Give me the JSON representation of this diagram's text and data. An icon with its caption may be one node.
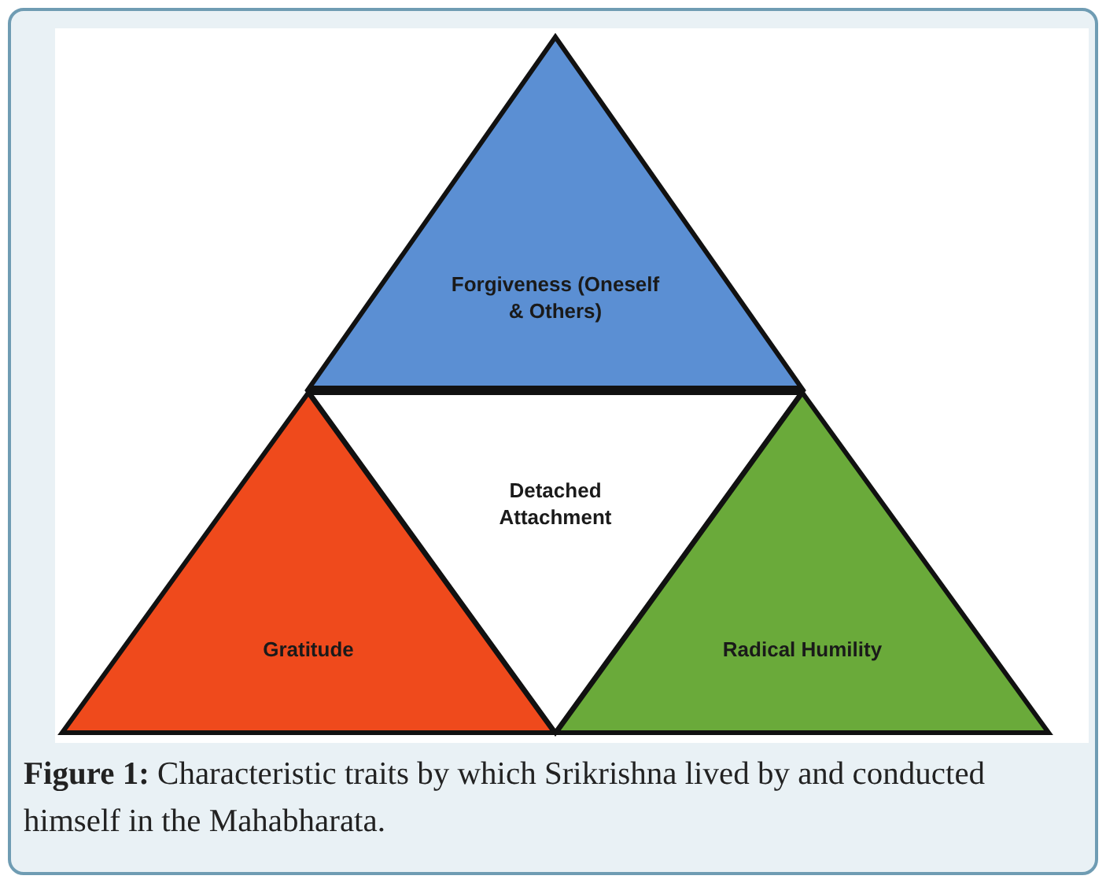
{
  "diagram": {
    "caption": "**Figure 1:** Characteristic traits by which Srikrishna lived by and conducted himself in the Mahabharata.",
    "nodes": [
      {
        "text": [
          "Forgiveness (Oneself & Others)"
        ]
      },
      {
        "text": [
          "Detached Attachment"
        ]
      },
      {
        "text": [
          "Gratitude"
        ]
      },
      {
        "text": [
          "Radical Humility"
        ]
      }
    ]
  }
}
